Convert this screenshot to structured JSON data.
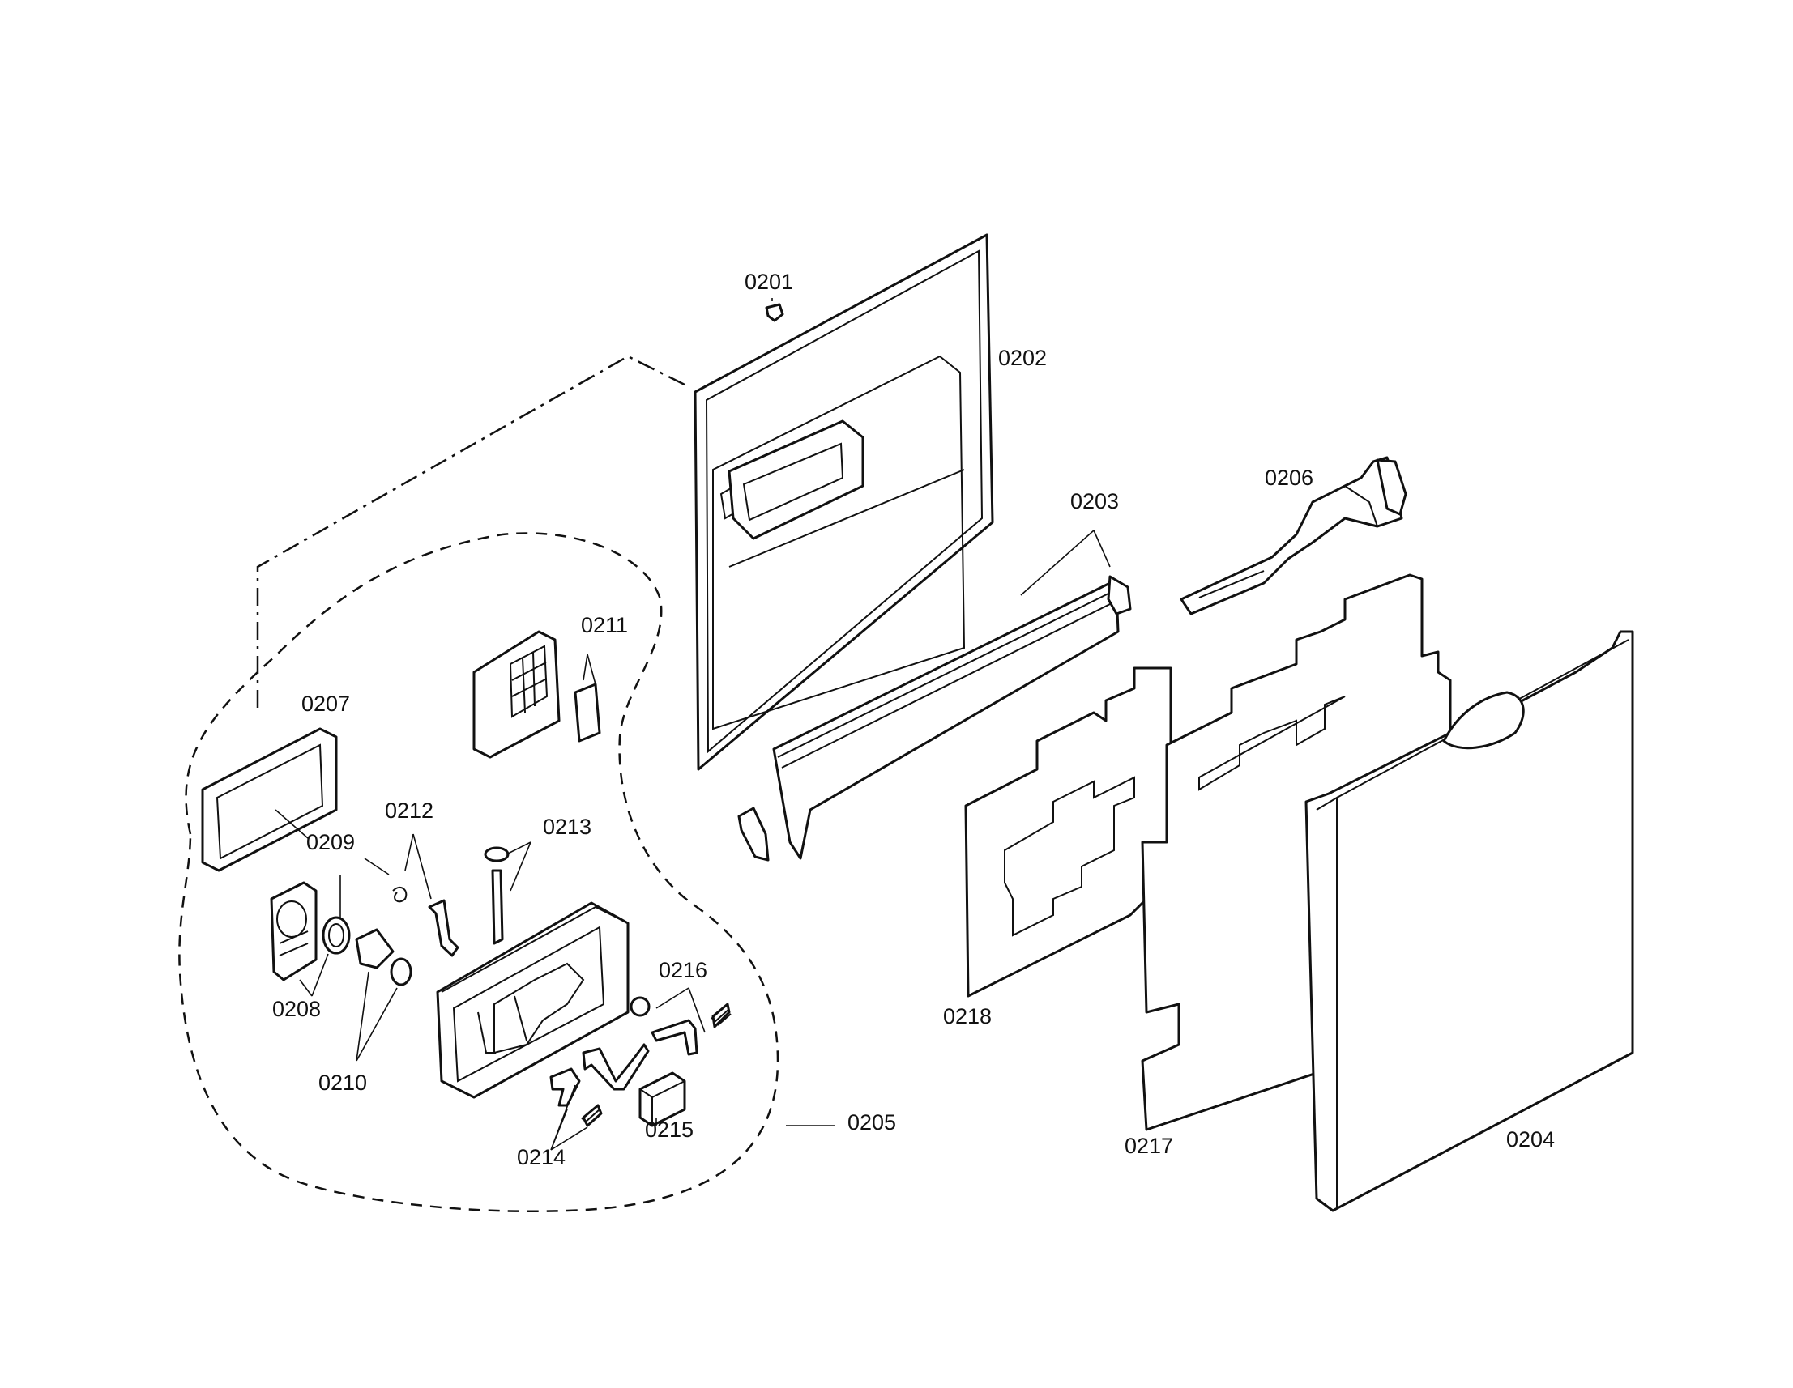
{
  "labels": {
    "p0201": "0201",
    "p0202": "0202",
    "p0203": "0203",
    "p0204": "0204",
    "p0205": "0205",
    "p0206": "0206",
    "p0207": "0207",
    "p0208": "0208",
    "p0209": "0209",
    "p0210": "0210",
    "p0211": "0211",
    "p0212": "0212",
    "p0213": "0213",
    "p0214": "0214",
    "p0215": "0215",
    "p0216": "0216",
    "p0217": "0217",
    "p0218": "0218"
  }
}
